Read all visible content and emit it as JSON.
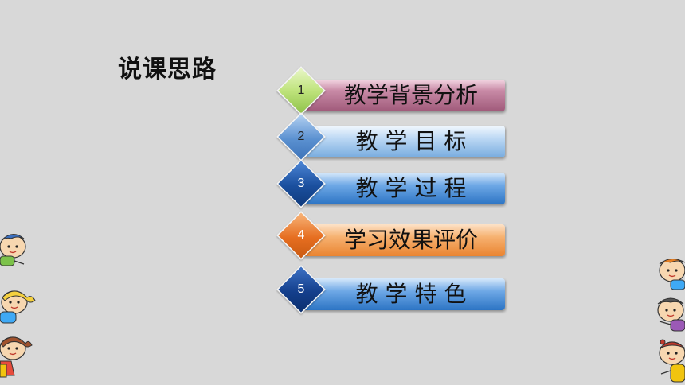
{
  "title": "说课思路",
  "items": [
    {
      "number": "1",
      "label": "教学背景分析",
      "color": "#b06a8a",
      "diamond": "#bfe37c"
    },
    {
      "number": "2",
      "label": "教 学 目 标",
      "color": "#7fb1e3",
      "diamond": "#5b91d1"
    },
    {
      "number": "3",
      "label": "教 学 过 程",
      "color": "#3f8ad6",
      "diamond": "#1a4f9e"
    },
    {
      "number": "4",
      "label": "学习效果评价",
      "color": "#f09a4a",
      "diamond": "#e66e20"
    },
    {
      "number": "5",
      "label": "教 学 特 色",
      "color": "#3f8ad6",
      "diamond": "#143f8c"
    }
  ]
}
